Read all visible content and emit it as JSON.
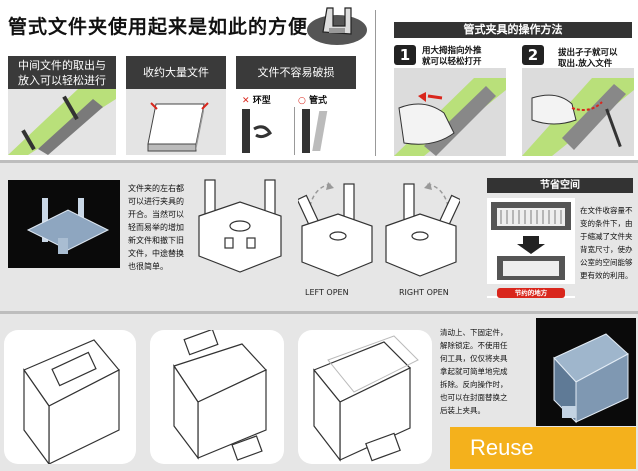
{
  "title": "管式文件夹使用起来是如此的方便",
  "features": [
    {
      "label_line1": "中间文件的取出与",
      "label_line2": "放入可以轻松进行"
    },
    {
      "label_line1": "收约大量文件",
      "label_line2": ""
    },
    {
      "label_line1": "文件不容易破损",
      "label_line2": ""
    }
  ],
  "compare": {
    "ring_mark": "✕",
    "ring_label": "环型",
    "pipe_mark": "○",
    "pipe_label": "管式"
  },
  "operation": {
    "header": "管式夹具的操作方法",
    "step1_num": "1",
    "step1_line1": "用大拇指向外推",
    "step1_line2": "就可以轻松打开",
    "step2_num": "2",
    "step2_line1": "拔出孑子就可以",
    "step2_line2": "取出.放入文件"
  },
  "middle": {
    "desc_lines": [
      "文件夹的左右都",
      "可以进行夹具的",
      "开合。当然可以",
      "轻而易举的增加",
      "新文件和撤下旧",
      "文件，中途替换",
      "也很简单。"
    ],
    "left_open": "LEFT OPEN",
    "right_open": "RIGHT OPEN",
    "space_header": "节省空间",
    "space_badge": "节约的地方",
    "space_lines": [
      "在文件收容量不",
      "变的条件下，由",
      "于缩减了文件夹",
      "背宽尺寸，使办",
      "公室的空间能够",
      "更有效的利用。"
    ]
  },
  "bottom": {
    "desc_lines": [
      "清动上、下固定件，",
      "解除锁定。不使用任",
      "何工具，仅仅将夹具",
      "拿起就可简单地完成",
      "拆除。反向操作时，",
      "也可以在封面替换之",
      "后装上夹具。"
    ],
    "reuse": "Reuse"
  },
  "colors": {
    "accent_red": "#d9261c",
    "reuse_orange": "#f4b11c",
    "panel_dark": "#3a3a3a"
  }
}
